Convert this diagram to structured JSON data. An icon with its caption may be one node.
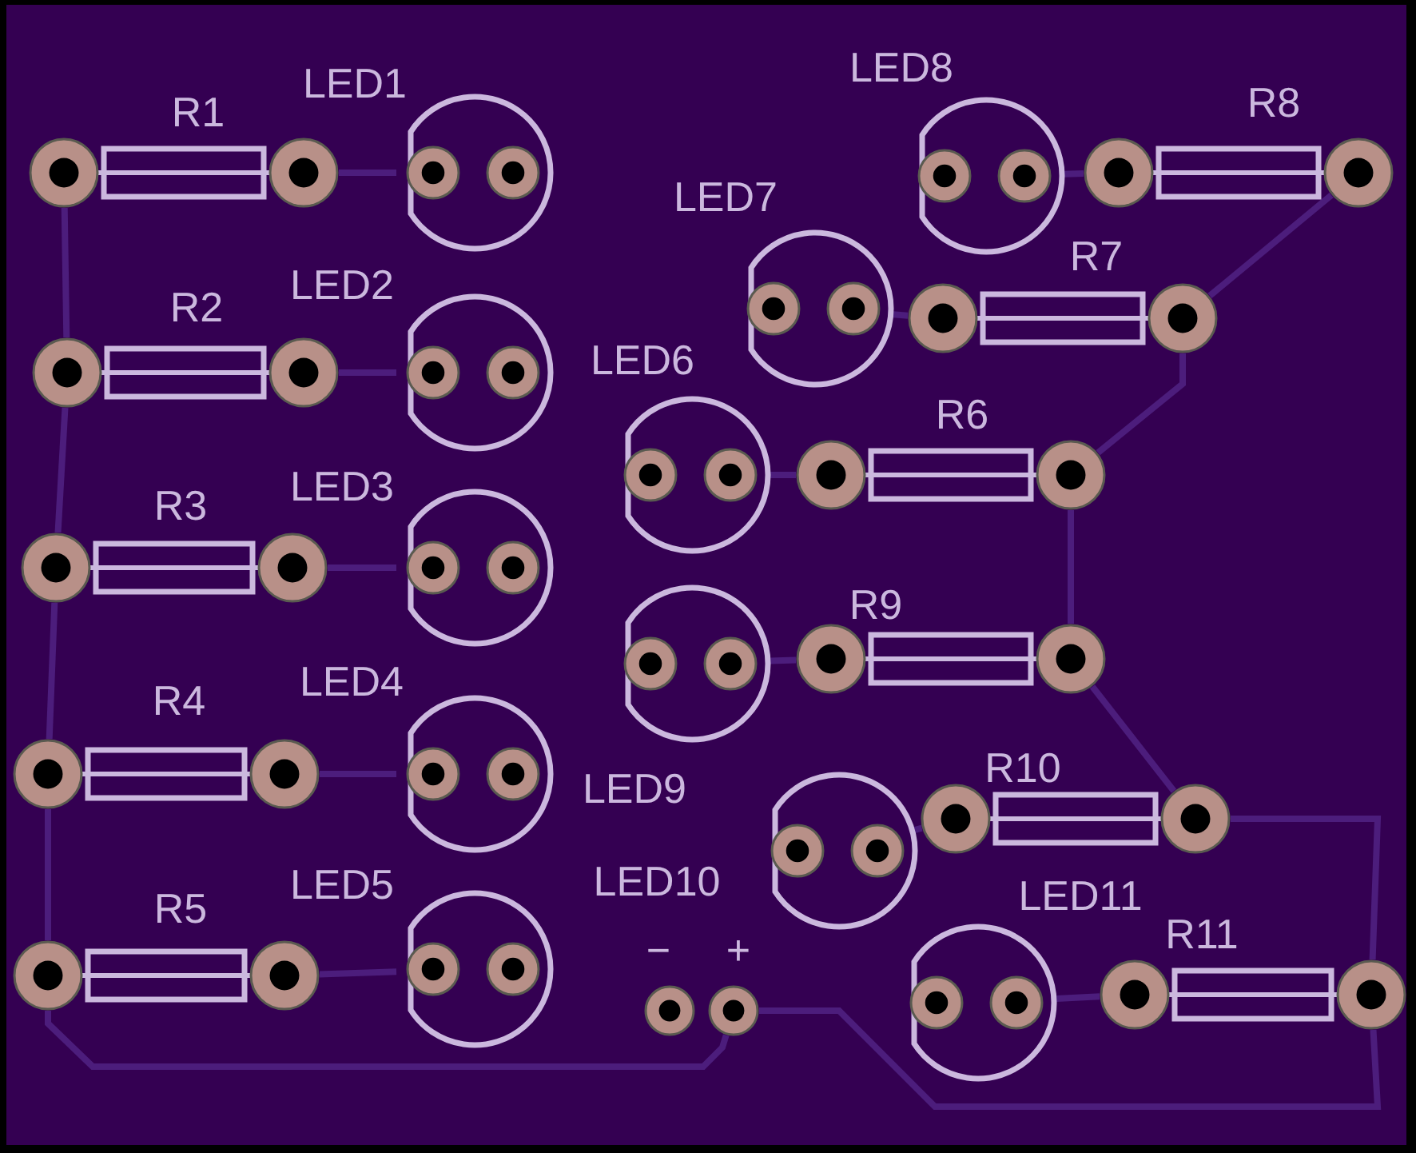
{
  "diagram": {
    "nodes": [
      {
        "text": [
          "R1"
        ]
      },
      {
        "text": [
          "LED1"
        ]
      },
      {
        "text": [
          "R2"
        ]
      },
      {
        "text": [
          "LED2"
        ]
      },
      {
        "text": [
          "R3"
        ]
      },
      {
        "text": [
          "LED3"
        ]
      },
      {
        "text": [
          "R4"
        ]
      },
      {
        "text": [
          "LED4"
        ]
      },
      {
        "text": [
          "R5"
        ]
      },
      {
        "text": [
          "LED5"
        ]
      },
      {
        "text": [
          "LED8"
        ]
      },
      {
        "text": [
          "R8"
        ]
      },
      {
        "text": [
          "LED7"
        ]
      },
      {
        "text": [
          "R7"
        ]
      },
      {
        "text": [
          "LED6"
        ]
      },
      {
        "text": [
          "R6"
        ]
      },
      {
        "text": [
          "LED9"
        ]
      },
      {
        "text": [
          "R9"
        ]
      },
      {
        "text": [
          "LED10"
        ]
      },
      {
        "text": [
          "R10"
        ]
      },
      {
        "text": [
          "LED11"
        ]
      },
      {
        "text": [
          "R11"
        ]
      },
      {
        "text": [
          "−",
          "+"
        ]
      }
    ],
    "edges": [
      {
        "from": 0,
        "to": 1,
        "arrow": "none"
      },
      {
        "from": 2,
        "to": 3,
        "arrow": "none"
      },
      {
        "from": 4,
        "to": 5,
        "arrow": "none"
      },
      {
        "from": 6,
        "to": 7,
        "arrow": "none"
      },
      {
        "from": 8,
        "to": 9,
        "arrow": "none"
      },
      {
        "from": 10,
        "to": 11,
        "arrow": "none"
      },
      {
        "from": 12,
        "to": 13,
        "arrow": "none"
      },
      {
        "from": 14,
        "to": 15,
        "arrow": "none"
      },
      {
        "from": 16,
        "to": 17,
        "arrow": "none"
      },
      {
        "from": 18,
        "to": 19,
        "arrow": "none"
      },
      {
        "from": 20,
        "to": 21,
        "arrow": "none"
      },
      {
        "from": 0,
        "to": 2,
        "arrow": "none"
      },
      {
        "from": 2,
        "to": 4,
        "arrow": "none"
      },
      {
        "from": 4,
        "to": 6,
        "arrow": "none"
      },
      {
        "from": 6,
        "to": 8,
        "arrow": "none"
      },
      {
        "from": 8,
        "to": 22,
        "arrow": "none"
      },
      {
        "from": 22,
        "to": 21,
        "arrow": "none"
      },
      {
        "from": 21,
        "to": 19,
        "arrow": "none"
      },
      {
        "from": 19,
        "to": 17,
        "arrow": "none"
      },
      {
        "from": 17,
        "to": 15,
        "arrow": "none"
      },
      {
        "from": 15,
        "to": 13,
        "arrow": "none"
      },
      {
        "from": 13,
        "to": 11,
        "arrow": "none"
      }
    ]
  }
}
